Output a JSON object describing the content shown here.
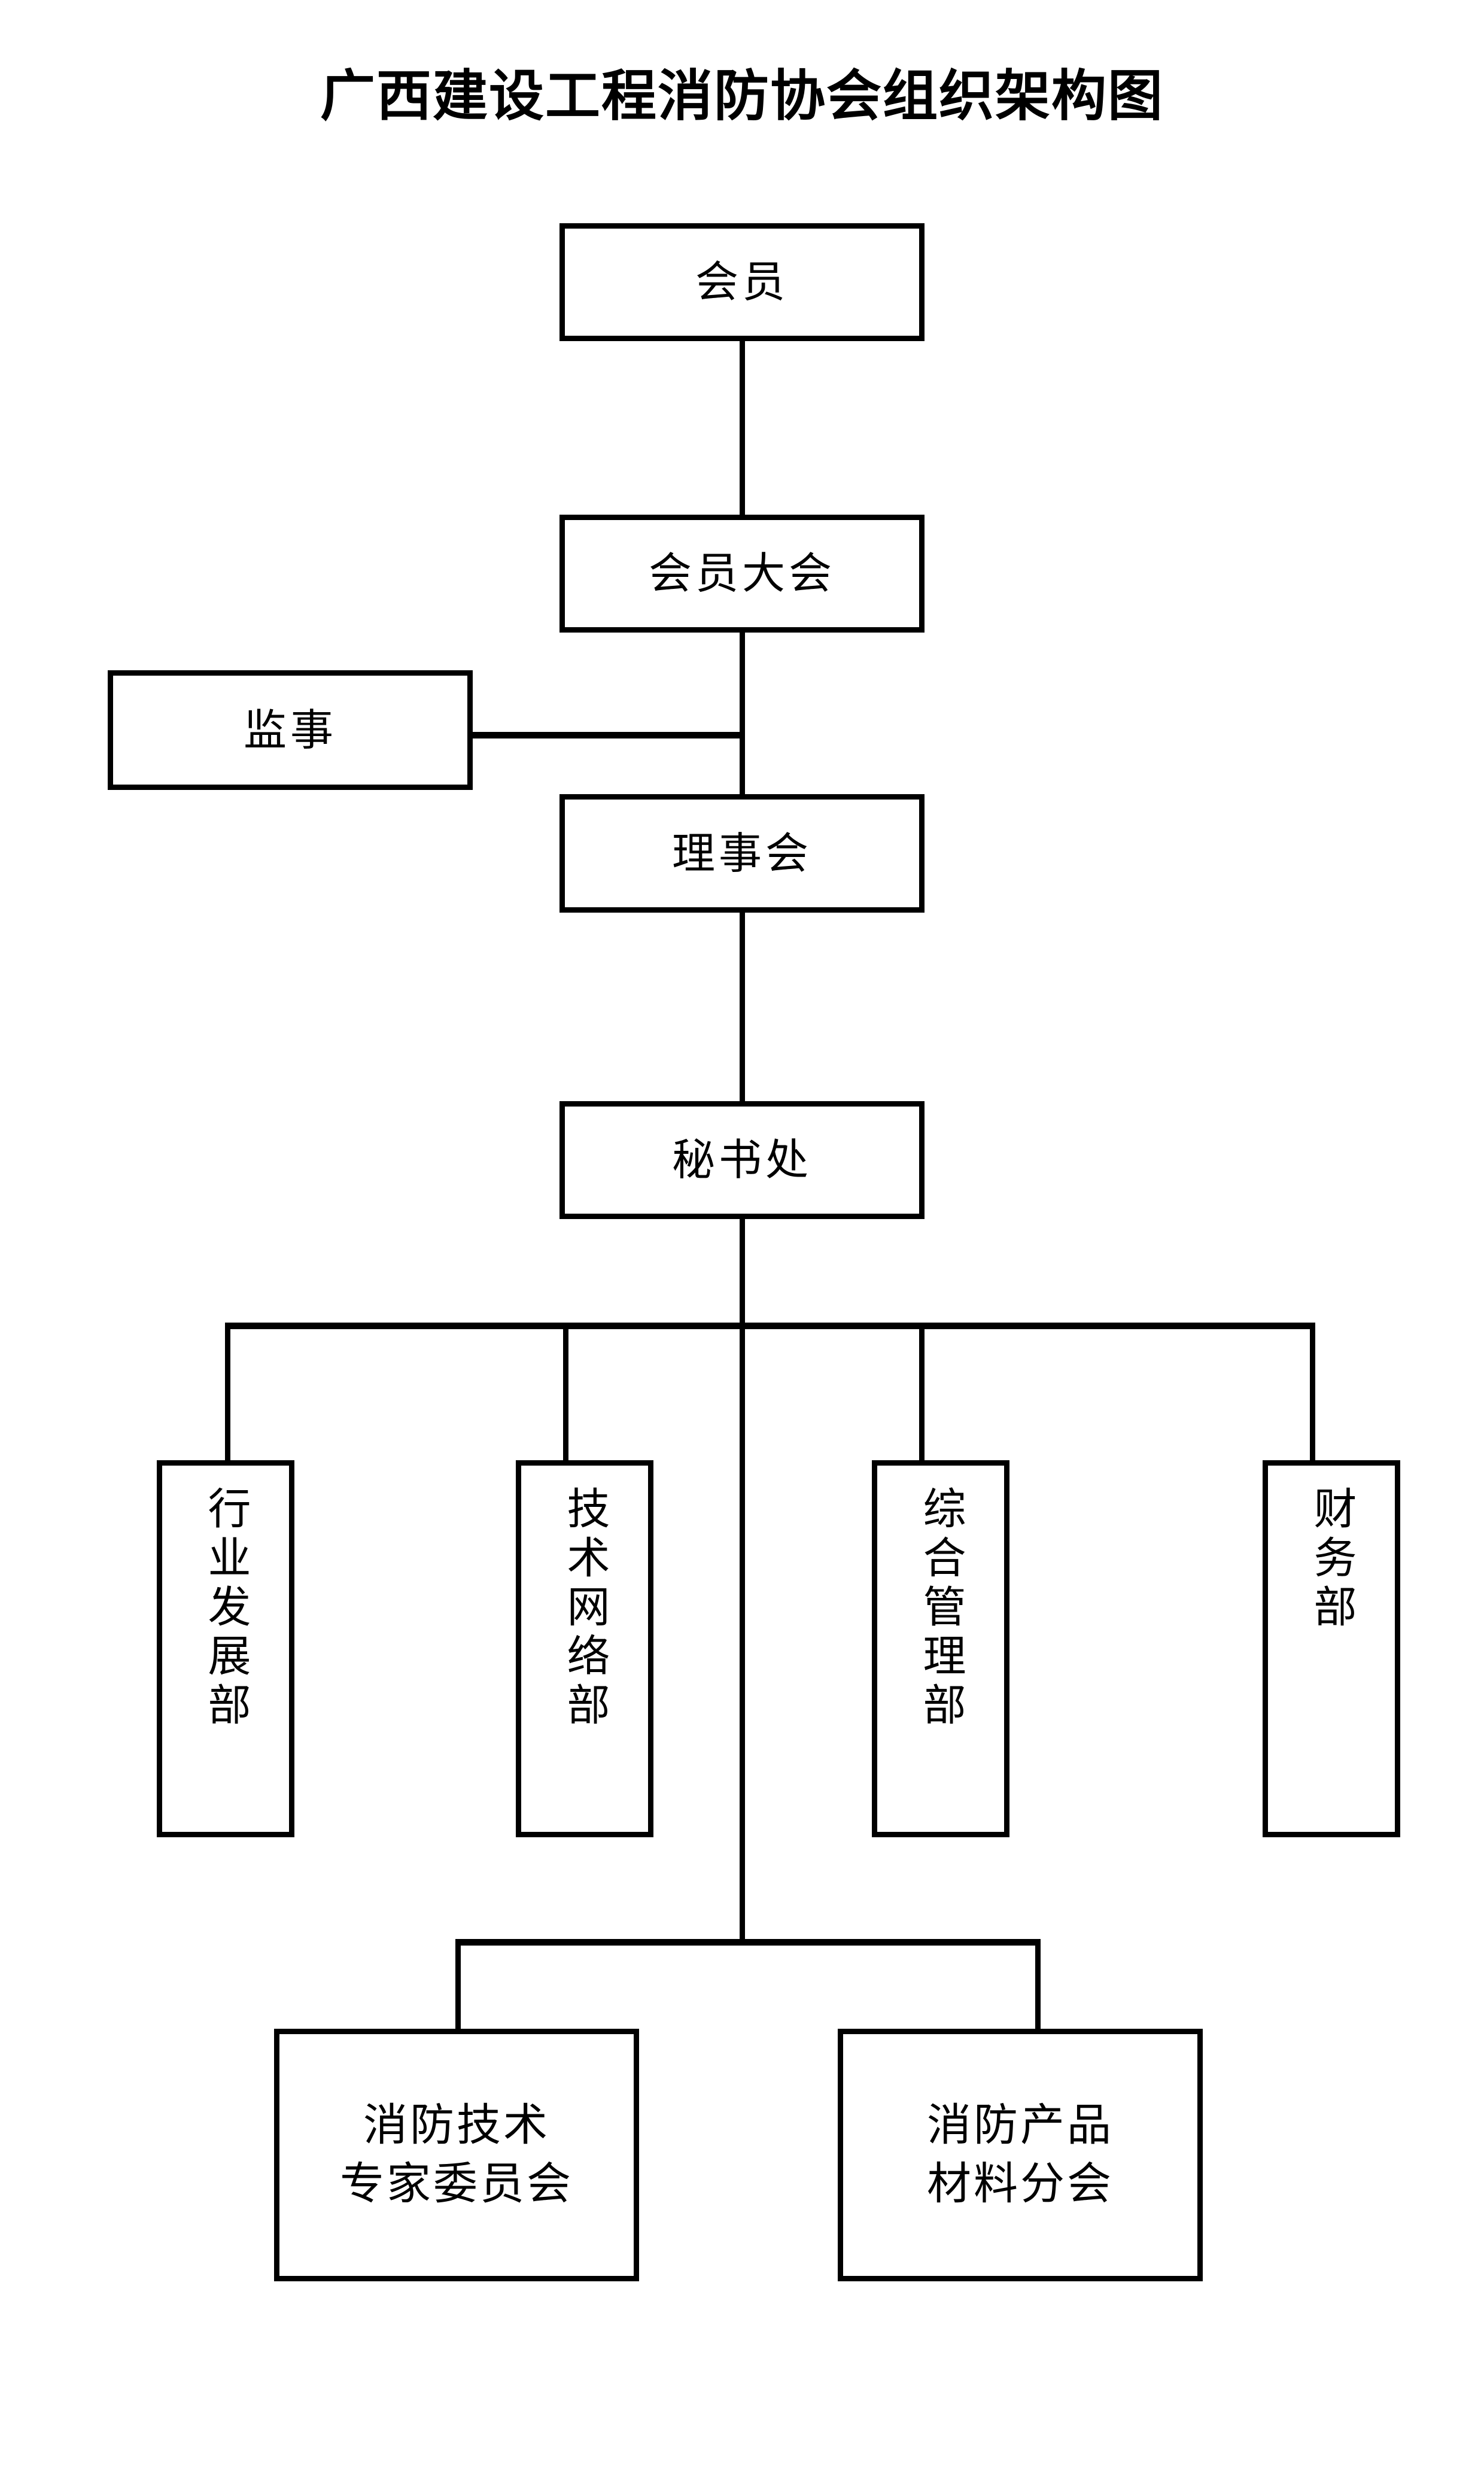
{
  "title": "广西建设工程消防协会组织架构图",
  "diagram": {
    "type": "organization-chart",
    "orientation": "top-down",
    "line_color": "#000000",
    "box_border_color": "#000000",
    "box_fill_color": "#ffffff",
    "background_color": "#ffffff",
    "nodes": [
      {
        "id": "members",
        "label": "会员",
        "level": 0,
        "text_direction": "horizontal"
      },
      {
        "id": "general-assembly",
        "label": "会员大会",
        "level": 1,
        "text_direction": "horizontal"
      },
      {
        "id": "supervisor",
        "label": "监事",
        "level": 2,
        "text_direction": "horizontal",
        "position": "left-side-branch"
      },
      {
        "id": "council",
        "label": "理事会",
        "level": 2,
        "text_direction": "horizontal"
      },
      {
        "id": "secretariat",
        "label": "秘书处",
        "level": 3,
        "text_direction": "horizontal"
      },
      {
        "id": "industry-dev",
        "label": "行业发展部",
        "level": 4,
        "text_direction": "vertical"
      },
      {
        "id": "tech-network",
        "label": "技术网络部",
        "level": 4,
        "text_direction": "vertical"
      },
      {
        "id": "general-admin",
        "label": "综合管理部",
        "level": 4,
        "text_direction": "vertical"
      },
      {
        "id": "finance",
        "label": "财务部",
        "level": 4,
        "text_direction": "vertical"
      },
      {
        "id": "expert-committee",
        "label": "消防技术\n专家委员会",
        "level": 5,
        "text_direction": "horizontal"
      },
      {
        "id": "materials-branch",
        "label": "消防产品\n材料分会",
        "level": 5,
        "text_direction": "horizontal"
      }
    ],
    "edges": [
      {
        "from": "members",
        "to": "general-assembly"
      },
      {
        "from": "general-assembly",
        "to": "council"
      },
      {
        "from": "general-assembly",
        "to": "supervisor"
      },
      {
        "from": "council",
        "to": "secretariat"
      },
      {
        "from": "secretariat",
        "to": "industry-dev"
      },
      {
        "from": "secretariat",
        "to": "tech-network"
      },
      {
        "from": "secretariat",
        "to": "general-admin"
      },
      {
        "from": "secretariat",
        "to": "finance"
      },
      {
        "from": "secretariat",
        "to": "expert-committee"
      },
      {
        "from": "secretariat",
        "to": "materials-branch"
      }
    ]
  }
}
